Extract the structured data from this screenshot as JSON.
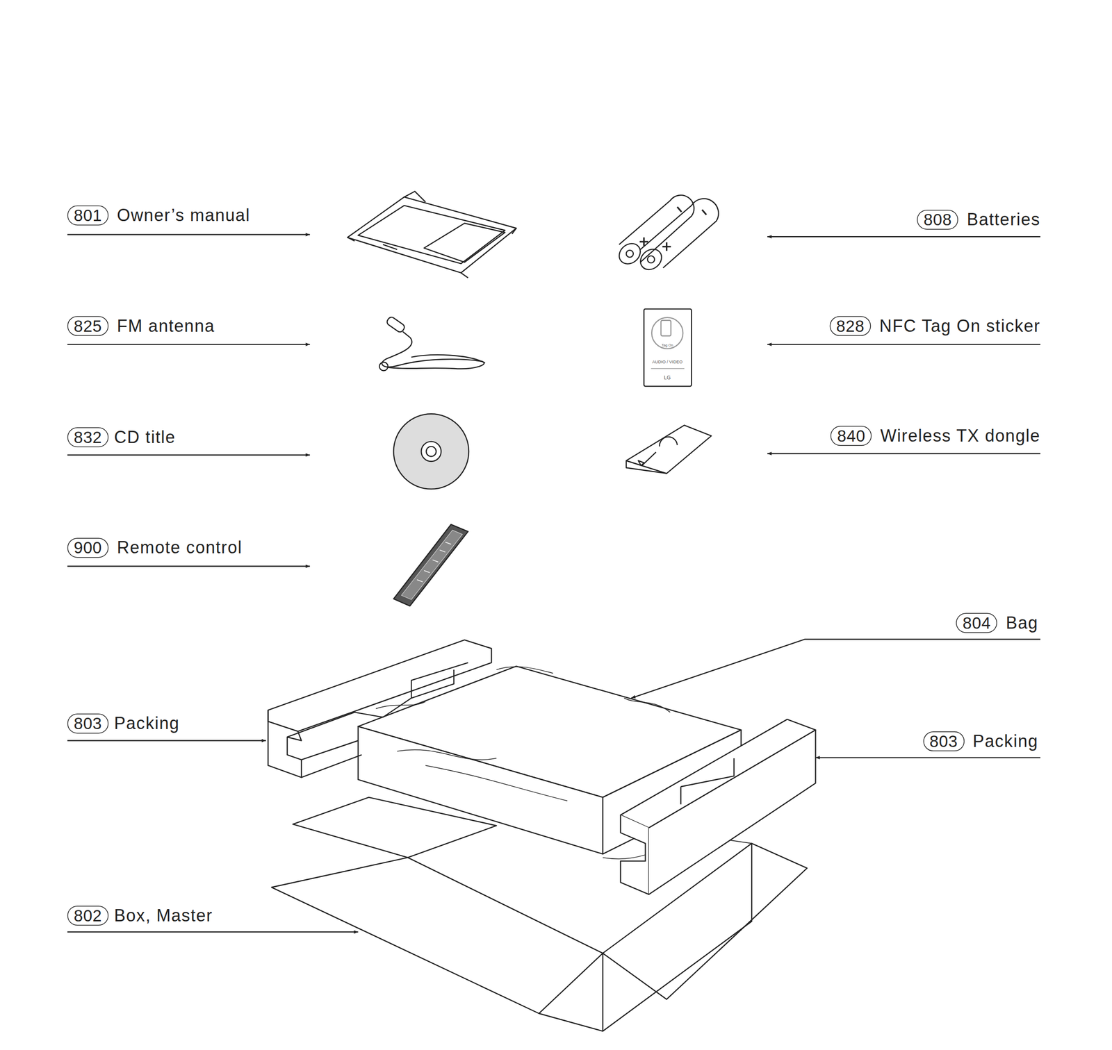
{
  "diagram": {
    "nodes": [
      {
        "text": [
          "801",
          "Owner’s manual"
        ]
      },
      {
        "text": [
          "808",
          "Batteries"
        ]
      },
      {
        "text": [
          "825",
          "FM antenna"
        ]
      },
      {
        "text": [
          "828",
          "NFC Tag On sticker"
        ]
      },
      {
        "text": [
          "832",
          "CD title"
        ]
      },
      {
        "text": [
          "840",
          "Wireless TX dongle"
        ]
      },
      {
        "text": [
          "900",
          "Remote control"
        ]
      },
      {
        "text": [
          "804",
          "Bag"
        ]
      },
      {
        "text": [
          "803",
          "Packing"
        ]
      },
      {
        "text": [
          "803",
          "Packing"
        ]
      },
      {
        "text": [
          "802",
          "Box, Master"
        ]
      }
    ],
    "labels": [
      "Tag On",
      "AUDIO / VIDEO",
      "LG"
    ]
  }
}
